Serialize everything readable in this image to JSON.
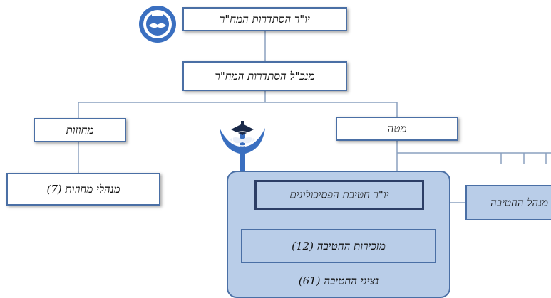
{
  "nodes": {
    "chairman": "יו\"ר הסתדרות המח\"ר",
    "director_general": "מנכ\"ל הסתדרות המח\"ר",
    "districts": "מחוזות",
    "district_managers": "מנהלי מחוזות (7)",
    "headquarters": "מטה",
    "psychologists_chair": "יו\"ר חטיבת הפסיכולוגים",
    "division_secretariat": "מזכירות החטיבה (12)",
    "division_reps": "נציגי החטיבה (61)",
    "division_manager": "מנהל החטיבה"
  },
  "colors": {
    "line": "#4a6fa5",
    "panel_fill": "#b9cde8",
    "logo_blue": "#3a6fc0"
  },
  "icons": {
    "top_logo": "round-handshake-seal-logo",
    "center_logo": "psi-symbol-graduation-cap-logo"
  }
}
